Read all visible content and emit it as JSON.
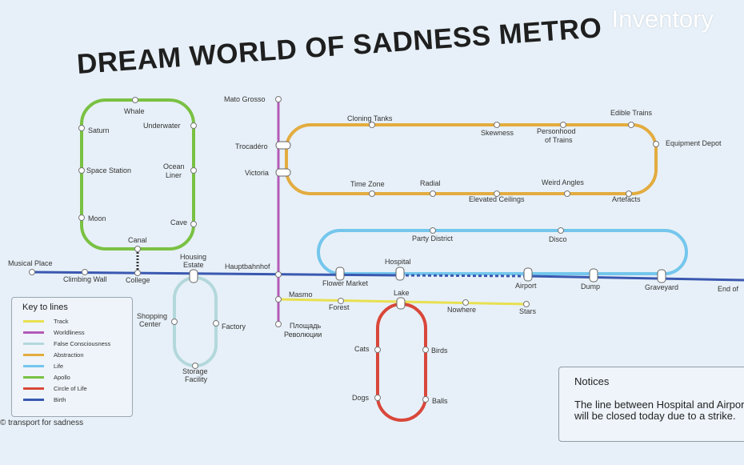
{
  "hud": {
    "label": "Inventory"
  },
  "map": {
    "title": "DREAM WORLD OF SADNESS METRO",
    "credit": "© transport for sadness",
    "legend": {
      "title": "Key to lines",
      "items": [
        {
          "name": "Track",
          "color": "#e8e050"
        },
        {
          "name": "Worldliness",
          "color": "#b45bb8"
        },
        {
          "name": "False Consciousness",
          "color": "#b3d8dc"
        },
        {
          "name": "Abstraction",
          "color": "#e3ac3f"
        },
        {
          "name": "Life",
          "color": "#74c6ec"
        },
        {
          "name": "Apollo",
          "color": "#7ac143"
        },
        {
          "name": "Circle of Life",
          "color": "#d9473a"
        },
        {
          "name": "Birth",
          "color": "#3a58b0"
        }
      ]
    },
    "notices": {
      "title": "Notices",
      "text": "The line between Hospital and Airport will be closed today due to a strike."
    },
    "stations": {
      "whale": "Whale",
      "saturn": "Saturn",
      "underwater": "Underwater",
      "space_station": "Space Station",
      "ocean": "Ocean",
      "liner": "Liner",
      "moon": "Moon",
      "cave": "Cave",
      "canal": "Canal",
      "musical_place": "Musical Place",
      "climbing_wall": "Climbing Wall",
      "college": "College",
      "housing": "Housing",
      "estate": "Estate",
      "hauptbahnhof": "Hauptbahnhof",
      "shopping": "Shopping",
      "center": "Center",
      "factory": "Factory",
      "storage": "Storage",
      "facility": "Facility",
      "mato_grosso": "Mato Grosso",
      "trocadero": "Trocadéro",
      "victoria": "Victoria",
      "ploshchad_1": "Площадь",
      "ploshchad_2": "Революции",
      "cloning_tanks": "Cloning Tanks",
      "skewness": "Skewness",
      "personhood_1": "Personhood",
      "personhood_2": "of Trains",
      "edible_trains": "Edible Trains",
      "equipment_depot": "Equipment Depot",
      "time_zone": "Time Zone",
      "radial": "Radial",
      "elevated_ceilings": "Elevated Ceilings",
      "weird_angles": "Weird Angles",
      "artefacts": "Artefacts",
      "party_district": "Party District",
      "disco": "Disco",
      "hospital": "Hospital",
      "flower_market": "Flower Market",
      "airport": "Airport",
      "dump": "Dump",
      "graveyard": "Graveyard",
      "end_of": "End of",
      "masmo": "Masmo",
      "forest": "Forest",
      "lake": "Lake",
      "nowhere": "Nowhere",
      "stars": "Stars",
      "cats": "Cats",
      "birds": "Birds",
      "dogs": "Dogs",
      "balls": "Balls"
    }
  }
}
